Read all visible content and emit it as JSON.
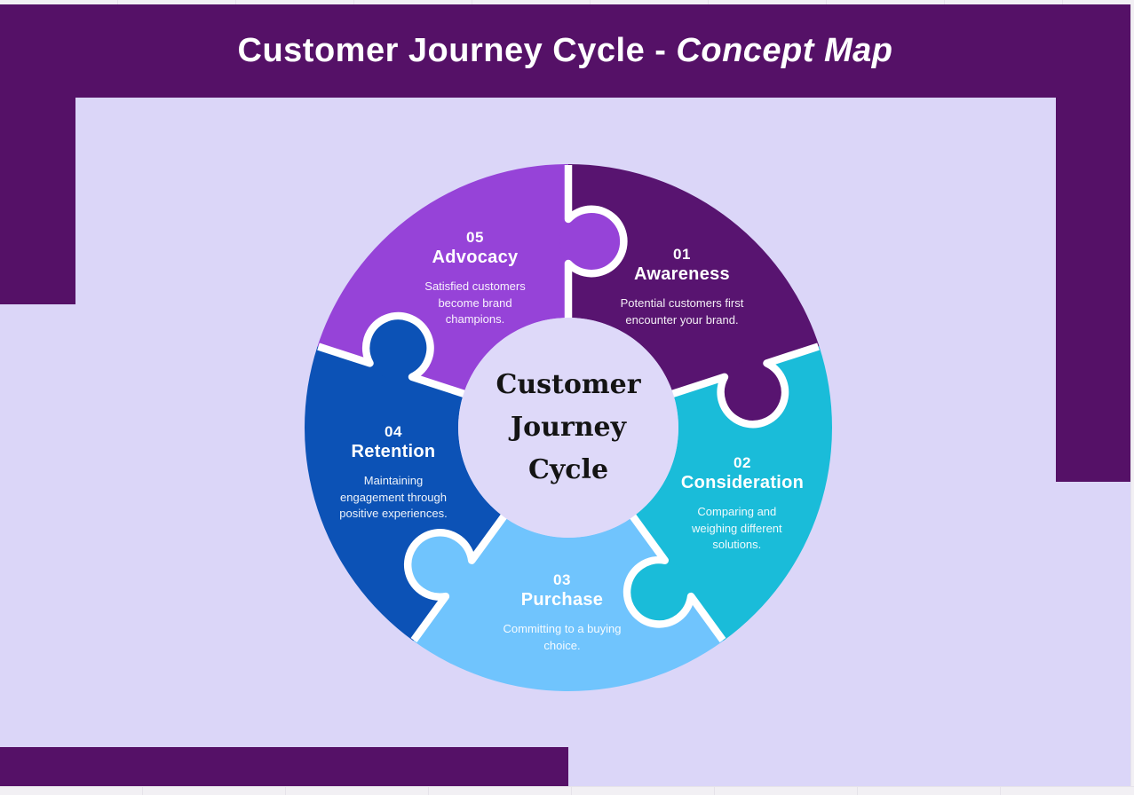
{
  "header": {
    "title_main": "Customer Journey Cycle -",
    "title_accent": "Concept Map"
  },
  "diagram": {
    "center_lines": [
      "Customer",
      "Journey",
      "Cycle"
    ],
    "stages": [
      {
        "number": "01",
        "name": "Awareness",
        "description": "Potential customers first encounter your brand.",
        "color": "#581470"
      },
      {
        "number": "02",
        "name": "Consideration",
        "description": "Comparing and weighing different solutions.",
        "color": "#1ABCD9"
      },
      {
        "number": "03",
        "name": "Purchase",
        "description": "Committing to a buying choice.",
        "color": "#70C4FD"
      },
      {
        "number": "04",
        "name": "Retention",
        "description": "Maintaining engagement through positive experiences.",
        "color": "#0C52B6"
      },
      {
        "number": "05",
        "name": "Advocacy",
        "description": "Satisfied customers become brand champions.",
        "color": "#9643D8"
      }
    ]
  },
  "colors": {
    "banner": "#551167",
    "canvas_bg": "#DBD6F8",
    "frame_bg": "#F2F0F4",
    "frame_line": "#E6E3EA",
    "divider": "#FFFFFF",
    "center_circle": "#DED9F9",
    "center_text": "#141414",
    "stage_text": "#FFFFFF"
  }
}
